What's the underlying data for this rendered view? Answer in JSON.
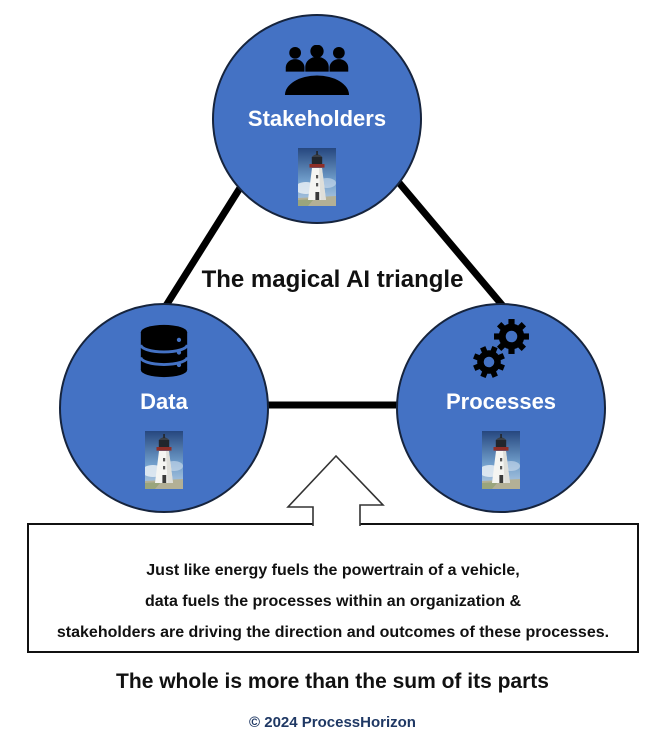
{
  "diagram": {
    "title": "The magical AI triangle",
    "nodes": [
      {
        "label": "Stakeholders",
        "icon": "meeting-people-icon"
      },
      {
        "label": "Data",
        "icon": "database-icon"
      },
      {
        "label": "Processes",
        "icon": "gears-icon"
      }
    ],
    "explanation_lines": [
      "Just like energy fuels the powertrain of a vehicle,",
      "data fuels the processes within an organization &",
      "stakeholders are driving the direction and outcomes of these processes."
    ],
    "tagline": "The whole is more than the sum of its parts",
    "copyright": "© 2024 ProcessHorizon",
    "colors": {
      "node_fill": "#4472C4",
      "node_border": "#16243D",
      "connector": "#000000",
      "text": "#111111",
      "node_label_text": "#FFFFFF",
      "copyright_text": "#1F3864"
    }
  }
}
